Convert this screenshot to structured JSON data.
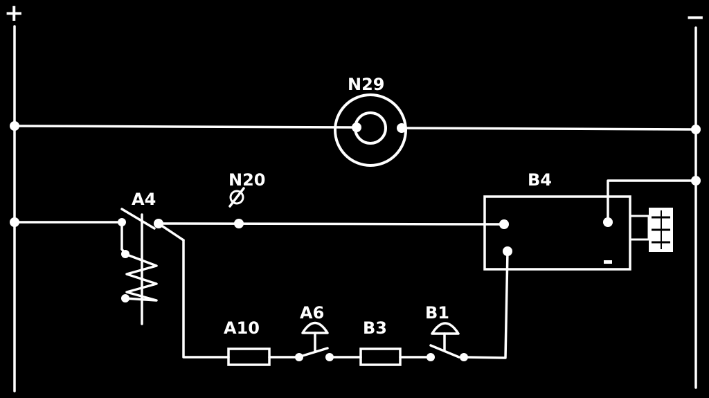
{
  "polarity": {
    "positive": "+",
    "negative": "−"
  },
  "labels": {
    "a4": "A4",
    "n20": "N20",
    "n29": "N29",
    "b4": "B4",
    "a10": "A10",
    "a6": "A6",
    "b3": "B3",
    "b1": "B1"
  },
  "colors": {
    "background": "#000000",
    "line": "#ffffff"
  }
}
